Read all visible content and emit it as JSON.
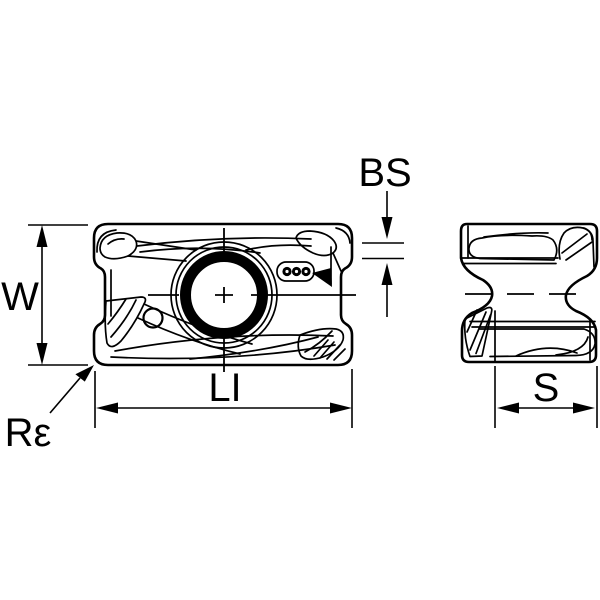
{
  "colors": {
    "line": "#000000",
    "background": "#ffffff"
  },
  "dimensions": {
    "width_label": "W",
    "length_label": "LI",
    "corner_radius_label": "Rε",
    "wiper_land_label": "BS",
    "thickness_label": "S"
  }
}
